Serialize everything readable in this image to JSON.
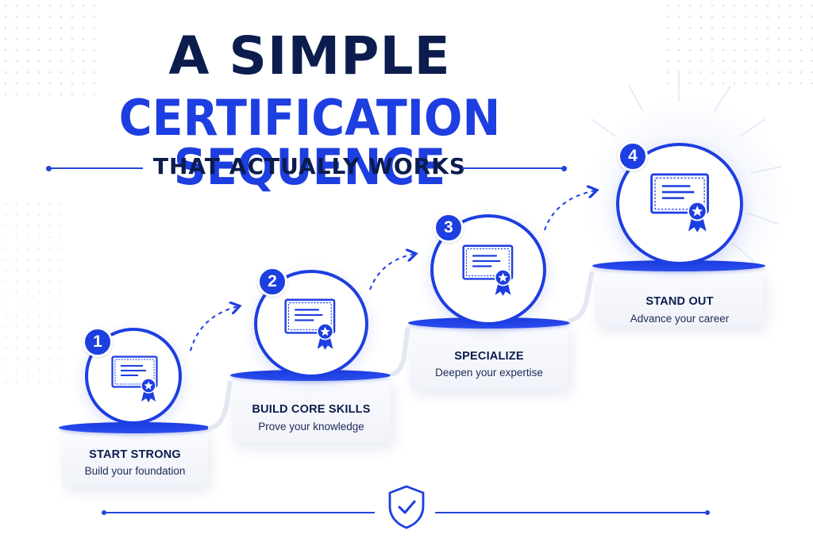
{
  "header": {
    "title_line1": "A SIMPLE",
    "title_line2": "CERTIFICATION SEQUENCE",
    "subtitle": "THAT ACTUALLY WORKS"
  },
  "steps": [
    {
      "number": "1",
      "title": "START STRONG",
      "description": "Build your foundation"
    },
    {
      "number": "2",
      "title": "BUILD CORE SKILLS",
      "description": "Prove your knowledge"
    },
    {
      "number": "3",
      "title": "SPECIALIZE",
      "description": "Deepen your expertise"
    },
    {
      "number": "4",
      "title": "STAND OUT",
      "description": "Advance your career"
    }
  ],
  "icons": {
    "step": "certificate-icon",
    "footer": "shield-check-icon"
  },
  "colors": {
    "primary": "#1d3ee0",
    "navy": "#0b1c4d",
    "background": "#ffffff"
  }
}
